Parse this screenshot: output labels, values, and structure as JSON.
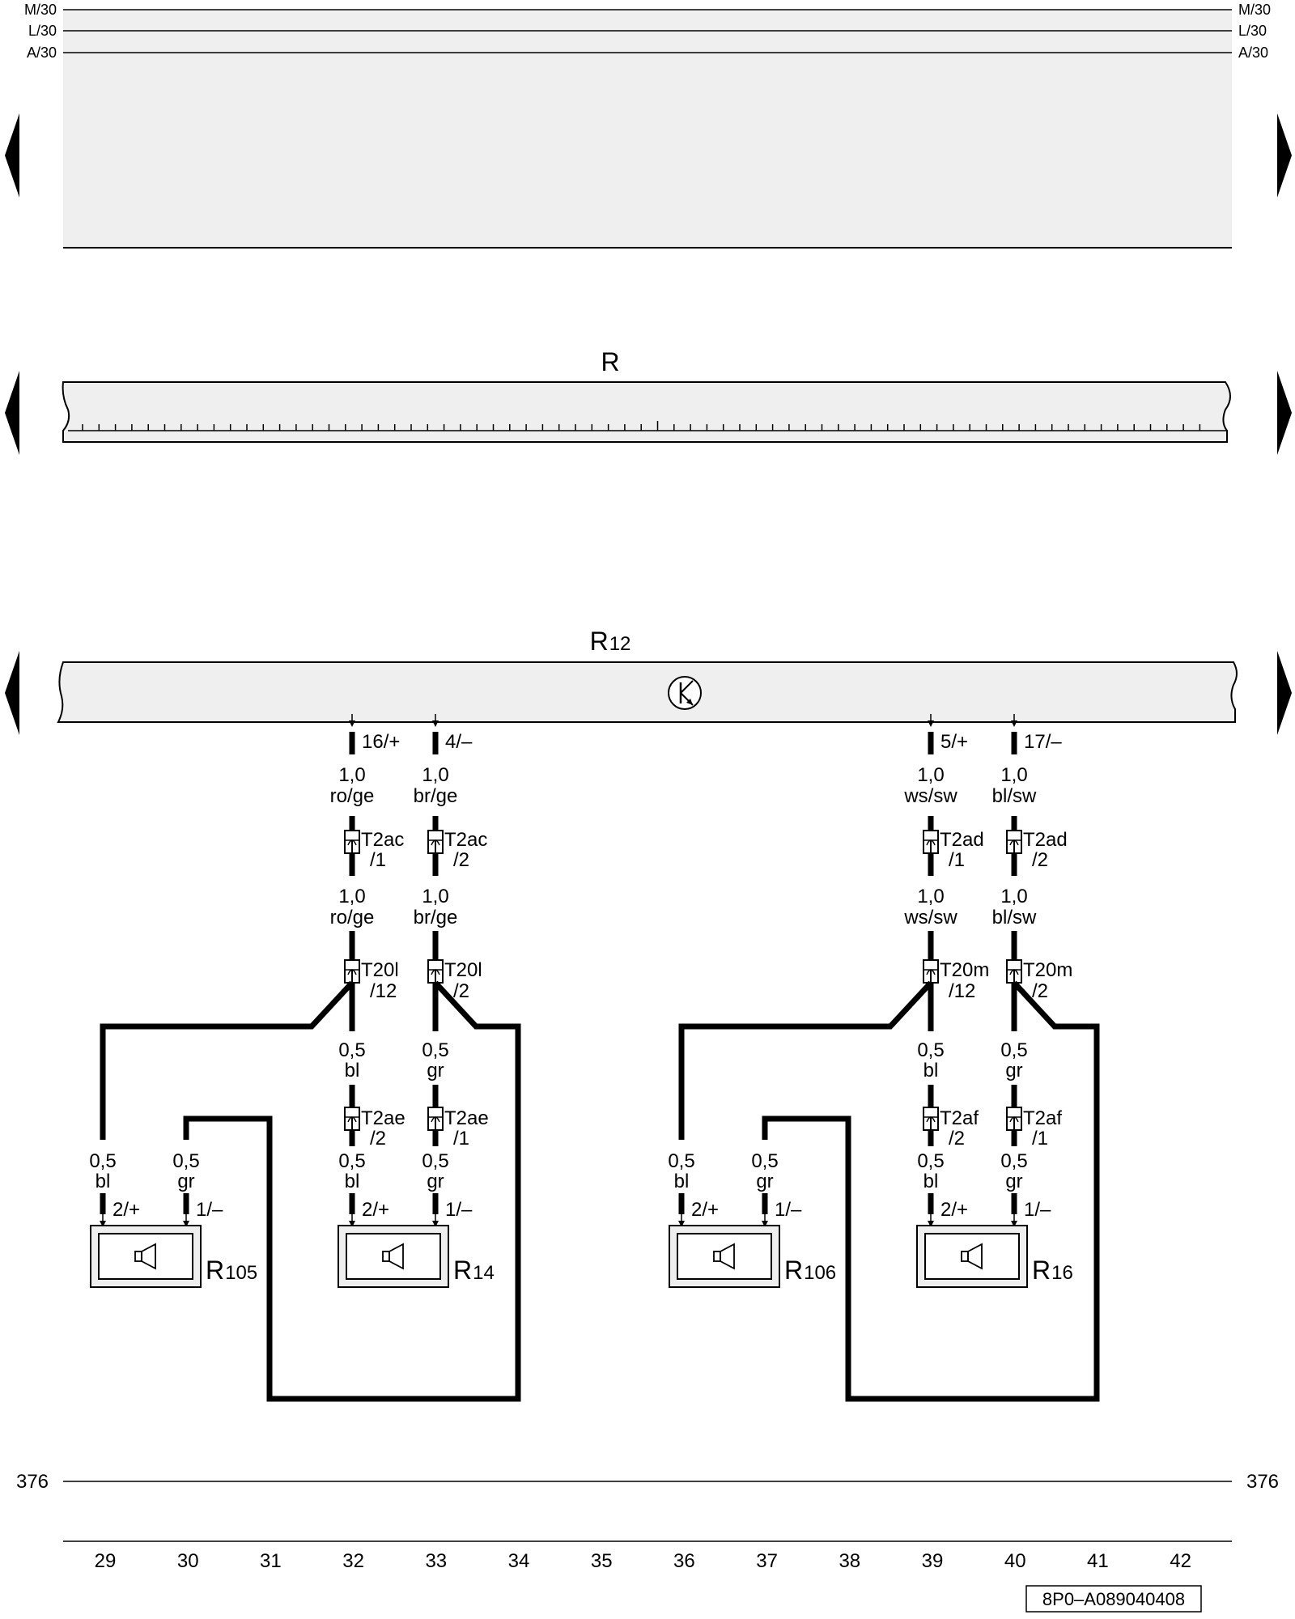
{
  "rails": {
    "left": [
      "M/30",
      "L/30",
      "A/30"
    ],
    "right": [
      "M/30",
      "L/30",
      "A/30"
    ]
  },
  "components": {
    "radio": {
      "label": "R"
    },
    "amplifier": {
      "label": "R",
      "sub": "12"
    }
  },
  "channels": [
    {
      "id": "left-front-pair",
      "plus": {
        "pin": "16/+",
        "wire1": [
          "1,0",
          "ro/ge"
        ],
        "conn1": [
          "T2ac",
          "/1"
        ],
        "wire2": [
          "1,0",
          "ro/ge"
        ],
        "conn2": [
          "T20l",
          "/12"
        ],
        "wire3": [
          "0,5",
          "bl"
        ],
        "conn3": [
          "T2ae",
          "/2"
        ],
        "wire4": [
          "0,5",
          "bl"
        ],
        "spk_pin": "2/+"
      },
      "minus": {
        "pin": "4/–",
        "wire1": [
          "1,0",
          "br/ge"
        ],
        "conn1": [
          "T2ac",
          "/2"
        ],
        "wire2": [
          "1,0",
          "br/ge"
        ],
        "conn2": [
          "T20l",
          "/2"
        ],
        "wire3": [
          "0,5",
          "gr"
        ],
        "conn3": [
          "T2ae",
          "/1"
        ],
        "wire4": [
          "0,5",
          "gr"
        ],
        "spk_pin": "1/–"
      },
      "speaker": {
        "label": "R",
        "sub": "14"
      },
      "tweeter": {
        "label": "R",
        "sub": "105",
        "wire_plus": [
          "0,5",
          "bl"
        ],
        "wire_minus": [
          "0,5",
          "gr"
        ],
        "pin_plus": "2/+",
        "pin_minus": "1/–"
      }
    },
    {
      "id": "right-front-pair",
      "plus": {
        "pin": "5/+",
        "wire1": [
          "1,0",
          "ws/sw"
        ],
        "conn1": [
          "T2ad",
          "/1"
        ],
        "wire2": [
          "1,0",
          "ws/sw"
        ],
        "conn2": [
          "T20m",
          "/12"
        ],
        "wire3": [
          "0,5",
          "bl"
        ],
        "conn3": [
          "T2af",
          "/2"
        ],
        "wire4": [
          "0,5",
          "bl"
        ],
        "spk_pin": "2/+"
      },
      "minus": {
        "pin": "17/–",
        "wire1": [
          "1,0",
          "bl/sw"
        ],
        "conn1": [
          "T2ad",
          "/2"
        ],
        "wire2": [
          "1,0",
          "bl/sw"
        ],
        "conn2": [
          "T20m",
          "/2"
        ],
        "wire3": [
          "0,5",
          "gr"
        ],
        "conn3": [
          "T2af",
          "/1"
        ],
        "wire4": [
          "0,5",
          "gr"
        ],
        "spk_pin": "1/–"
      },
      "speaker": {
        "label": "R",
        "sub": "16"
      },
      "tweeter": {
        "label": "R",
        "sub": "106",
        "wire_plus": [
          "0,5",
          "bl"
        ],
        "wire_minus": [
          "0,5",
          "gr"
        ],
        "pin_plus": "2/+",
        "pin_minus": "1/–"
      }
    }
  ],
  "ground_line": {
    "left": "376",
    "right": "376"
  },
  "footer": {
    "numbers": [
      "29",
      "30",
      "31",
      "32",
      "33",
      "34",
      "35",
      "36",
      "37",
      "38",
      "39",
      "40",
      "41",
      "42"
    ],
    "doc_id": "8P0–A089040408"
  }
}
